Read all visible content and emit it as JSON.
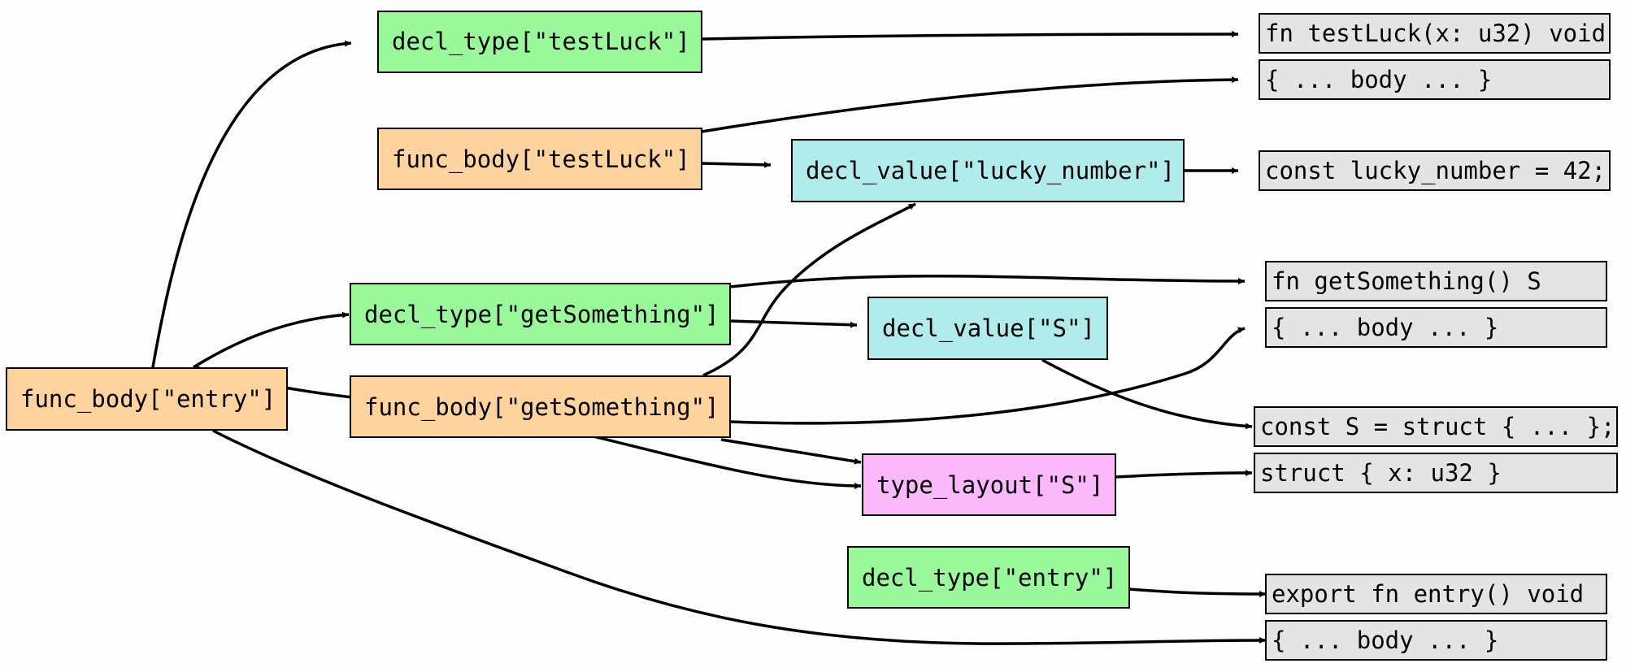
{
  "colors": {
    "decl_type": "#99f99a",
    "func_body": "#ffd39d",
    "decl_value": "#b1ecec",
    "type_layout": "#fbb8fb",
    "source": "#e4e4e4"
  },
  "nodes": {
    "decl_type_testluck": "decl_type[\"testLuck\"]",
    "func_body_testluck": "func_body[\"testLuck\"]",
    "decl_value_lucky_number": "decl_value[\"lucky_number\"]",
    "decl_type_getsomething": "decl_type[\"getSomething\"]",
    "decl_value_s": "decl_value[\"S\"]",
    "func_body_entry": "func_body[\"entry\"]",
    "func_body_getsomething": "func_body[\"getSomething\"]",
    "type_layout_s": "type_layout[\"S\"]",
    "decl_type_entry": "decl_type[\"entry\"]"
  },
  "sources": {
    "testluck_signature": "fn testLuck(x: u32) void",
    "testluck_body": "{ ... body ... }",
    "lucky_number_decl": "const lucky_number = 42;",
    "getsomething_signature": "fn getSomething() S",
    "getsomething_body": "{ ... body ... }",
    "s_decl": "const S = struct { ... };",
    "s_struct": "struct { x: u32 }",
    "entry_signature": "export fn entry() void",
    "entry_body": "{ ... body ... }"
  }
}
